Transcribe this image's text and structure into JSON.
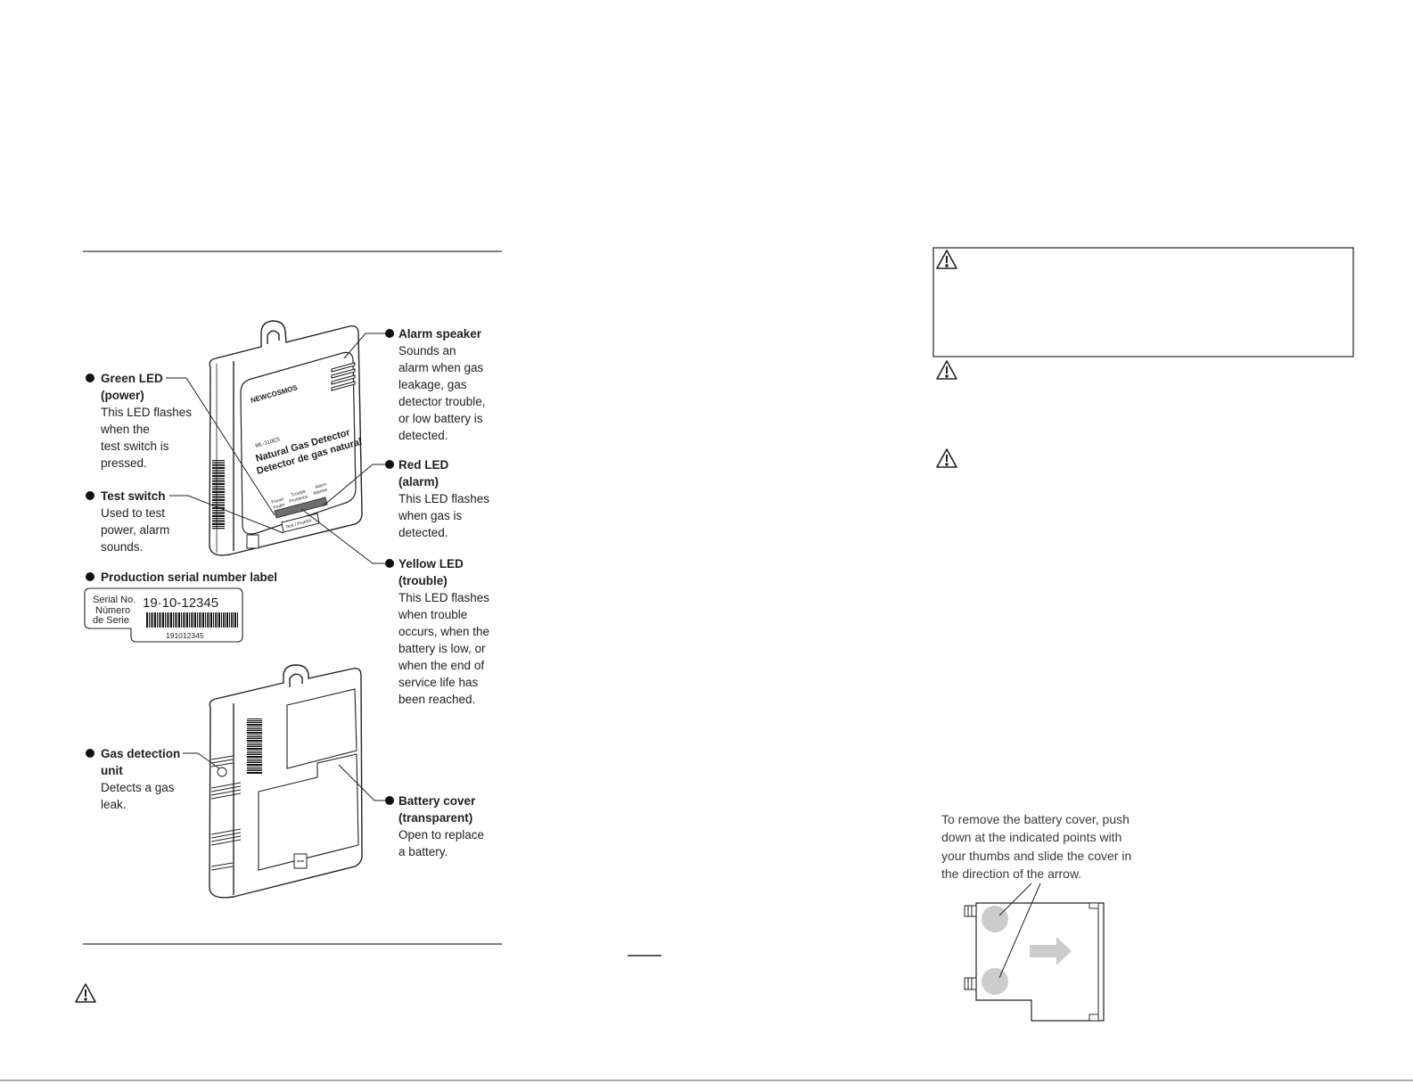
{
  "left_page": {
    "callouts": {
      "green_led": {
        "title": [
          "Green LED",
          "(power)"
        ],
        "description": [
          "This LED flashes",
          "when the",
          "test switch is",
          "pressed."
        ]
      },
      "test_switch": {
        "title": [
          "Test switch"
        ],
        "description": [
          "Used to test",
          "power, alarm",
          "sounds."
        ]
      },
      "serial_label": {
        "title": [
          "Production serial number label"
        ]
      },
      "alarm_speaker": {
        "title": [
          "Alarm speaker"
        ],
        "description": [
          "Sounds an",
          "alarm when gas",
          "leakage, gas",
          "detector trouble,",
          "or low battery is",
          "detected."
        ]
      },
      "red_led": {
        "title": [
          "Red LED",
          "(alarm)"
        ],
        "description": [
          "This LED flashes",
          "when gas is",
          "detected."
        ]
      },
      "yellow_led": {
        "title": [
          "Yellow LED",
          "(trouble)"
        ],
        "description": [
          "This LED flashes",
          "when trouble",
          "occurs, when the",
          "battery is low, or",
          "when the end of",
          "service life has",
          "been reached."
        ]
      },
      "gas_detection_unit": {
        "title": [
          "Gas detection",
          "unit"
        ],
        "description": [
          "Detects a gas",
          "leak."
        ]
      },
      "battery_cover": {
        "title": [
          "Battery cover",
          "(transparent)"
        ],
        "description": [
          "Open to replace",
          "a battery."
        ]
      }
    },
    "serial_label": {
      "label_lines": [
        "Serial No.",
        "Número",
        "de Serie"
      ],
      "serial_number": "19·10-12345",
      "barcode_number": "191012345"
    },
    "device_front": {
      "brand": "NEWCOSMOS",
      "model": "ML-310ES",
      "name_en": "Natural Gas Detector",
      "name_es": "Detector de gas natural",
      "led_labels": [
        {
          "en": "Power",
          "es": "Poder"
        },
        {
          "en": "Trouble",
          "es": "Problema"
        },
        {
          "en": "Alarm",
          "es": "Alarma"
        }
      ],
      "button_label": "Test / Prueba"
    },
    "icons": [
      "warning-icon"
    ]
  },
  "right_page": {
    "battery_removal_instructions": [
      "To remove the battery cover, push",
      "down at the indicated points with",
      "your thumbs and slide the cover in",
      "the direction of the arrow."
    ],
    "icons": [
      "warning-icon",
      "warning-icon",
      "warning-icon"
    ]
  },
  "colors": {
    "ink": "#1e1e1e",
    "highlight_gray": "#cccccc",
    "led_strip": "#6e6e6e"
  }
}
